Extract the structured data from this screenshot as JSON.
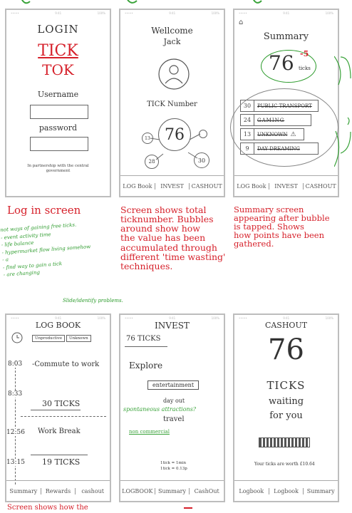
{
  "screens": {
    "login": {
      "title": "LOGIN",
      "logo_line1": "TICK",
      "logo_line2": "TOK",
      "username_label": "Username",
      "password_label": "password",
      "partnership": "In partnership with the central government"
    },
    "welcome": {
      "greeting": "Wellcome",
      "name": "Jack",
      "tick_label": "TICK Number",
      "center_value": "76",
      "bubbles": [
        "13",
        "30",
        "28"
      ],
      "tabs": [
        "LOG Book",
        "INVEST",
        "CASHOUT"
      ]
    },
    "summary": {
      "title": "Summary",
      "value": "76",
      "unit": "ticks",
      "delta": "-5",
      "rows": [
        {
          "num": "30",
          "label": "PUBLIC TRANSPORT"
        },
        {
          "num": "24",
          "label": "GAMING"
        },
        {
          "num": "13",
          "label": "UNKNOWN"
        },
        {
          "num": "9",
          "label": "DAY DREAMING"
        }
      ],
      "tabs": [
        "LOG Book",
        "INVEST",
        "CASHOUT"
      ]
    },
    "logbook": {
      "title": "LOG BOOK",
      "filter_a": "Unproductive",
      "filter_b": "Unknown",
      "times": [
        "8:03",
        "8:33",
        "12:56",
        "13:15"
      ],
      "events": [
        "-Commute to work",
        "30 TICKS",
        "Work Break",
        "19 TICKS"
      ],
      "tabs": [
        "Summary",
        "Rewards",
        "cashout"
      ]
    },
    "invest": {
      "title": "INVEST",
      "ticks": "76 TICKS",
      "explore": "Explore",
      "items": [
        "entertainment",
        "day out",
        "travel"
      ],
      "rate1": "1tick = 1min",
      "rate2": "1tick = 0.13p",
      "tabs": [
        "LOGBOOK",
        "Summary",
        "CashOut"
      ]
    },
    "cashout": {
      "title": "CASHOUT",
      "value": "76",
      "line1": "TICKS",
      "line2": "waiting",
      "line3": "for you",
      "worth": "Your ticks are worth £10.64",
      "tabs": [
        "Logbook",
        "Logbook",
        "Summary"
      ]
    }
  },
  "captions": {
    "login": "Log in screen",
    "welcome": [
      "Screen shows total",
      "ticknumber. Bubbles",
      "around show how",
      "the value has been",
      "accumulated through",
      "different 'time wasting'",
      "techniques."
    ],
    "summary": [
      "Summary screen",
      "appearing after bubble",
      "is tapped. Shows",
      "how points have been",
      "gathered."
    ],
    "bottom": "Screen shows how the"
  },
  "notes": {
    "left": [
      "not ways of gaining free ticks.",
      "- event activity time",
      "- life balance",
      "- hypermarket flow living somehow",
      "- a",
      "- find way to gain a tick",
      "- are changing"
    ],
    "left_tail": "Slide/identify problems.",
    "invest_green": [
      "spontaneous attractions?",
      "non commercial"
    ]
  },
  "colors": {
    "red": "#d6202a",
    "green": "#3aa33a",
    "frame": "#bdbdbd"
  }
}
